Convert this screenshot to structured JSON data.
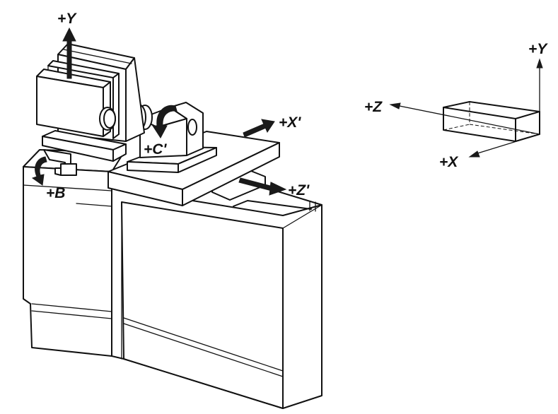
{
  "machine_labels": {
    "y": "+Y",
    "c": "+C'",
    "x": "+X'",
    "b": "+B",
    "z": "+Z'"
  },
  "reference_axes": {
    "y": "+Y",
    "z": "+Z",
    "x": "+X"
  }
}
